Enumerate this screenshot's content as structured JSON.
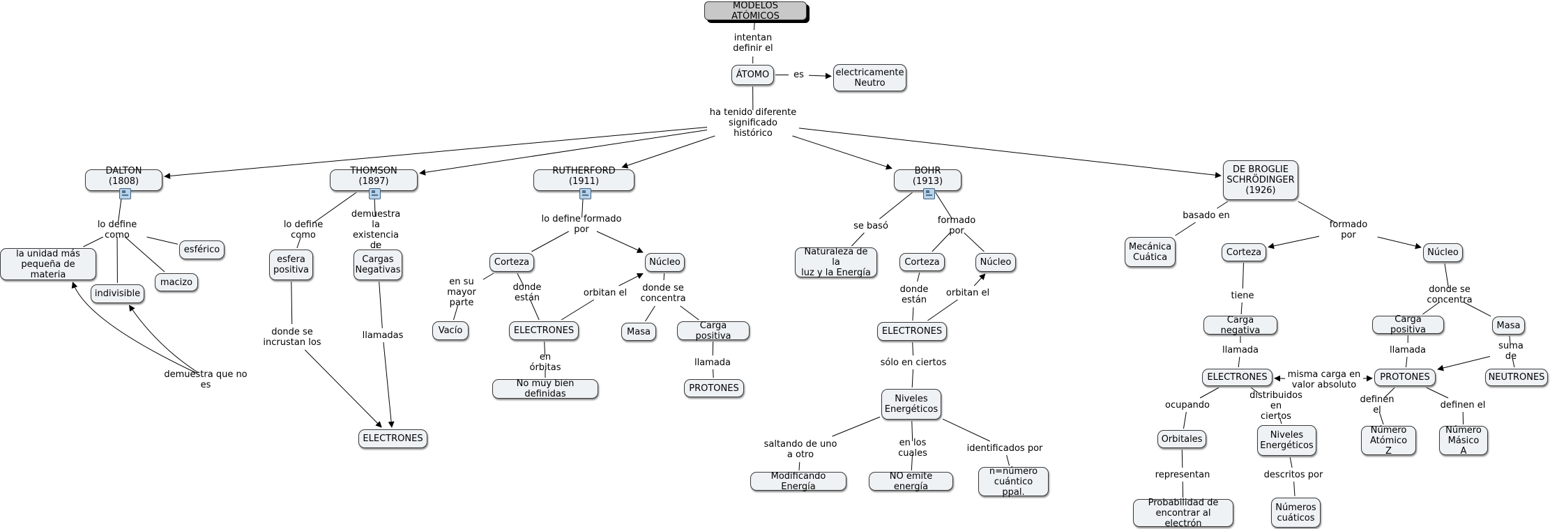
{
  "concept_map": {
    "nodes": [
      {
        "id": "root",
        "text": "MODELOS ATÓMICOS",
        "root": true
      },
      {
        "id": "atomo",
        "text": "ÁTOMO"
      },
      {
        "id": "neutro",
        "text": "electricamente\nNeutro"
      },
      {
        "id": "dalton",
        "text": "DALTON (1808)",
        "resource": "model-icon"
      },
      {
        "id": "thomson",
        "text": "THOMSON (1897)",
        "resource": "model-icon"
      },
      {
        "id": "rutherford",
        "text": "RUTHERFORD (1911)",
        "resource": "model-icon"
      },
      {
        "id": "bohr",
        "text": "BOHR (1913)",
        "resource": "model-icon"
      },
      {
        "id": "debroglie",
        "text": "DE BROGLIE\nSCHRÖDINGER\n(1926)"
      },
      {
        "id": "unidad",
        "text": "la unidad más\npequeña de materia"
      },
      {
        "id": "indivisible",
        "text": "indivisible"
      },
      {
        "id": "macizo",
        "text": "macizo"
      },
      {
        "id": "esferico",
        "text": "esférico"
      },
      {
        "id": "esfera",
        "text": "esfera\npositiva"
      },
      {
        "id": "cargasneg",
        "text": "Cargas\nNegativas"
      },
      {
        "id": "electrones_t",
        "text": "ELECTRONES"
      },
      {
        "id": "corteza_r",
        "text": "Corteza"
      },
      {
        "id": "nucleo_r",
        "text": "Núcleo"
      },
      {
        "id": "vacio",
        "text": "Vacío"
      },
      {
        "id": "electrones_r",
        "text": "ELECTRONES"
      },
      {
        "id": "masa_r",
        "text": "Masa"
      },
      {
        "id": "cargapos_r",
        "text": "Carga positiva"
      },
      {
        "id": "nomuybien",
        "text": "No muy bien definidas"
      },
      {
        "id": "protones_r",
        "text": "PROTONES"
      },
      {
        "id": "naturaleza",
        "text": "Naturaleza de la\nluz y la Energía"
      },
      {
        "id": "corteza_b",
        "text": "Corteza"
      },
      {
        "id": "nucleo_b",
        "text": "Núcleo"
      },
      {
        "id": "electrones_b",
        "text": "ELECTRONES"
      },
      {
        "id": "niveles_b",
        "text": "Niveles\nEnergéticos"
      },
      {
        "id": "modificando",
        "text": "Modificando Energía"
      },
      {
        "id": "noemite",
        "text": "NO emite energía"
      },
      {
        "id": "nnumero",
        "text": "n=número\ncuántico ppal."
      },
      {
        "id": "mecanica",
        "text": "Mecánica\nCuática"
      },
      {
        "id": "corteza_d",
        "text": "Corteza"
      },
      {
        "id": "nucleo_d",
        "text": "Núcleo"
      },
      {
        "id": "carganeg_d",
        "text": "Carga negativa"
      },
      {
        "id": "electrones_d",
        "text": "ELECTRONES"
      },
      {
        "id": "orbitales",
        "text": "Orbitales"
      },
      {
        "id": "probabilidad",
        "text": "Probabilidad de\nencontrar al electrón"
      },
      {
        "id": "niveles_d",
        "text": "Niveles\nEnergéticos"
      },
      {
        "id": "numcuanticos",
        "text": "Números\ncuáticos"
      },
      {
        "id": "cargapos_d",
        "text": "Carga positiva"
      },
      {
        "id": "masa_d",
        "text": "Masa"
      },
      {
        "id": "protones_d",
        "text": "PROTONES"
      },
      {
        "id": "neutrones_d",
        "text": "NEUTRONES"
      },
      {
        "id": "numatomico",
        "text": "Número\nAtómico Z"
      },
      {
        "id": "nummasico",
        "text": "Número\nMásico A"
      }
    ],
    "linking_phrases": [
      {
        "id": "l_intentan",
        "text": "intentan\ndefinir el"
      },
      {
        "id": "l_es",
        "text": "es"
      },
      {
        "id": "l_historico",
        "text": "ha tenido diferente\nsignificado histórico"
      },
      {
        "id": "l_d_define",
        "text": "lo define como"
      },
      {
        "id": "l_d_demuestra",
        "text": "demuestra que no es"
      },
      {
        "id": "l_t_define",
        "text": "lo define como"
      },
      {
        "id": "l_t_demuestra",
        "text": "demuestra la\nexistencia de"
      },
      {
        "id": "l_t_incrustan",
        "text": "donde se\nincrustan los"
      },
      {
        "id": "l_t_llamadas",
        "text": "llamadas"
      },
      {
        "id": "l_r_formado",
        "text": "lo define formado por"
      },
      {
        "id": "l_r_mayor",
        "text": "en su mayor\nparte"
      },
      {
        "id": "l_r_dondeestan",
        "text": "donde están"
      },
      {
        "id": "l_r_orbitan",
        "text": "orbitan el"
      },
      {
        "id": "l_r_concentra",
        "text": "donde se\nconcentra"
      },
      {
        "id": "l_r_orbitas",
        "text": "en órbitas"
      },
      {
        "id": "l_r_llamada",
        "text": "llamada"
      },
      {
        "id": "l_b_baso",
        "text": "se basó"
      },
      {
        "id": "l_b_formado",
        "text": "formado por"
      },
      {
        "id": "l_b_dondeestan",
        "text": "donde\nestán"
      },
      {
        "id": "l_b_orbitan",
        "text": "orbitan el"
      },
      {
        "id": "l_b_ciertos",
        "text": "sólo en ciertos"
      },
      {
        "id": "l_b_saltando",
        "text": "saltando de uno\na otro"
      },
      {
        "id": "l_b_cuales",
        "text": "en los cuales"
      },
      {
        "id": "l_b_identificados",
        "text": "identificados por"
      },
      {
        "id": "l_d_basado",
        "text": "basado en"
      },
      {
        "id": "l_d_formado",
        "text": "formado por"
      },
      {
        "id": "l_d_tiene",
        "text": "tiene"
      },
      {
        "id": "l_d_llamada1",
        "text": "llamada"
      },
      {
        "id": "l_d_ocupando",
        "text": "ocupando"
      },
      {
        "id": "l_d_representan",
        "text": "representan"
      },
      {
        "id": "l_d_distribuidos",
        "text": "distribuidos en\nciertos"
      },
      {
        "id": "l_d_descritos",
        "text": "descritos por"
      },
      {
        "id": "l_d_concentra",
        "text": "donde se concentra"
      },
      {
        "id": "l_d_llamada2",
        "text": "llamada"
      },
      {
        "id": "l_d_suma",
        "text": "suma de"
      },
      {
        "id": "l_d_misma",
        "text": "misma carga en\nvalor absoluto"
      },
      {
        "id": "l_d_definen1",
        "text": "definen el"
      },
      {
        "id": "l_d_definen2",
        "text": "definen el"
      }
    ],
    "connections": [
      [
        "root",
        "l_intentan",
        0
      ],
      [
        "l_intentan",
        "atomo",
        0
      ],
      [
        "atomo",
        "l_es",
        0
      ],
      [
        "l_es",
        "neutro",
        1
      ],
      [
        "atomo",
        "l_historico",
        0
      ],
      [
        "l_historico",
        "dalton",
        1
      ],
      [
        "l_historico",
        "thomson",
        1
      ],
      [
        "l_historico",
        "rutherford",
        1
      ],
      [
        "l_historico",
        "bohr",
        1
      ],
      [
        "l_historico",
        "debroglie",
        1
      ],
      [
        "dalton",
        "l_d_define",
        0
      ],
      [
        "l_d_define",
        "unidad",
        0
      ],
      [
        "l_d_define",
        "indivisible",
        0
      ],
      [
        "l_d_define",
        "macizo",
        0
      ],
      [
        "l_d_define",
        "esferico",
        0
      ],
      [
        "electrones_t",
        "l_d_demuestra",
        0
      ],
      [
        "l_d_demuestra",
        "unidad",
        1
      ],
      [
        "l_d_demuestra",
        "indivisible",
        1
      ],
      [
        "thomson",
        "l_t_define",
        0
      ],
      [
        "l_t_define",
        "esfera",
        0
      ],
      [
        "thomson",
        "l_t_demuestra",
        0
      ],
      [
        "l_t_demuestra",
        "cargasneg",
        0
      ],
      [
        "esfera",
        "l_t_incrustan",
        0
      ],
      [
        "l_t_incrustan",
        "electrones_t",
        1
      ],
      [
        "cargasneg",
        "l_t_llamadas",
        0
      ],
      [
        "l_t_llamadas",
        "electrones_t",
        1
      ],
      [
        "rutherford",
        "l_r_formado",
        0
      ],
      [
        "l_r_formado",
        "corteza_r",
        0
      ],
      [
        "l_r_formado",
        "nucleo_r",
        1
      ],
      [
        "corteza_r",
        "l_r_mayor",
        0
      ],
      [
        "l_r_mayor",
        "vacio",
        0
      ],
      [
        "corteza_r",
        "l_r_dondeestan",
        0
      ],
      [
        "l_r_dondeestan",
        "electrones_r",
        0
      ],
      [
        "electrones_r",
        "l_r_orbitan",
        0
      ],
      [
        "l_r_orbitan",
        "nucleo_r",
        1
      ],
      [
        "electrones_r",
        "l_r_orbitas",
        0
      ],
      [
        "l_r_orbitas",
        "nomuybien",
        0
      ],
      [
        "nucleo_r",
        "l_r_concentra",
        0
      ],
      [
        "l_r_concentra",
        "masa_r",
        0
      ],
      [
        "l_r_concentra",
        "cargapos_r",
        0
      ],
      [
        "cargapos_r",
        "l_r_llamada",
        0
      ],
      [
        "l_r_llamada",
        "protones_r",
        0
      ],
      [
        "bohr",
        "l_b_baso",
        0
      ],
      [
        "l_b_baso",
        "naturaleza",
        0
      ],
      [
        "bohr",
        "l_b_formado",
        0
      ],
      [
        "l_b_formado",
        "corteza_b",
        0
      ],
      [
        "l_b_formado",
        "nucleo_b",
        0
      ],
      [
        "corteza_b",
        "l_b_dondeestan",
        0
      ],
      [
        "l_b_dondeestan",
        "electrones_b",
        0
      ],
      [
        "electrones_b",
        "l_b_orbitan",
        0
      ],
      [
        "l_b_orbitan",
        "nucleo_b",
        1
      ],
      [
        "electrones_b",
        "l_b_ciertos",
        0
      ],
      [
        "l_b_ciertos",
        "niveles_b",
        0
      ],
      [
        "niveles_b",
        "l_b_saltando",
        0
      ],
      [
        "l_b_saltando",
        "modificando",
        0
      ],
      [
        "niveles_b",
        "l_b_cuales",
        0
      ],
      [
        "l_b_cuales",
        "noemite",
        0
      ],
      [
        "niveles_b",
        "l_b_identificados",
        0
      ],
      [
        "l_b_identificados",
        "nnumero",
        0
      ],
      [
        "debroglie",
        "l_d_basado",
        0
      ],
      [
        "l_d_basado",
        "mecanica",
        0
      ],
      [
        "debroglie",
        "l_d_formado",
        0
      ],
      [
        "l_d_formado",
        "corteza_d",
        1
      ],
      [
        "l_d_formado",
        "nucleo_d",
        1
      ],
      [
        "corteza_d",
        "l_d_tiene",
        0
      ],
      [
        "l_d_tiene",
        "carganeg_d",
        0
      ],
      [
        "carganeg_d",
        "l_d_llamada1",
        0
      ],
      [
        "l_d_llamada1",
        "electrones_d",
        0
      ],
      [
        "electrones_d",
        "l_d_ocupando",
        0
      ],
      [
        "l_d_ocupando",
        "orbitales",
        0
      ],
      [
        "orbitales",
        "l_d_representan",
        0
      ],
      [
        "l_d_representan",
        "probabilidad",
        0
      ],
      [
        "electrones_d",
        "l_d_distribuidos",
        0
      ],
      [
        "l_d_distribuidos",
        "niveles_d",
        0
      ],
      [
        "niveles_d",
        "l_d_descritos",
        0
      ],
      [
        "l_d_descritos",
        "numcuanticos",
        0
      ],
      [
        "nucleo_d",
        "l_d_concentra",
        0
      ],
      [
        "l_d_concentra",
        "cargapos_d",
        0
      ],
      [
        "l_d_concentra",
        "masa_d",
        0
      ],
      [
        "cargapos_d",
        "l_d_llamada2",
        0
      ],
      [
        "l_d_llamada2",
        "protones_d",
        0
      ],
      [
        "masa_d",
        "l_d_suma",
        0
      ],
      [
        "l_d_suma",
        "protones_d",
        1
      ],
      [
        "l_d_suma",
        "neutrones_d",
        0
      ],
      [
        "l_d_misma",
        "electrones_d",
        1
      ],
      [
        "l_d_misma",
        "protones_d",
        1
      ],
      [
        "protones_d",
        "l_d_definen1",
        0
      ],
      [
        "l_d_definen1",
        "numatomico",
        0
      ],
      [
        "protones_d",
        "l_d_definen2",
        0
      ],
      [
        "l_d_definen2",
        "nummasico",
        0
      ]
    ]
  }
}
